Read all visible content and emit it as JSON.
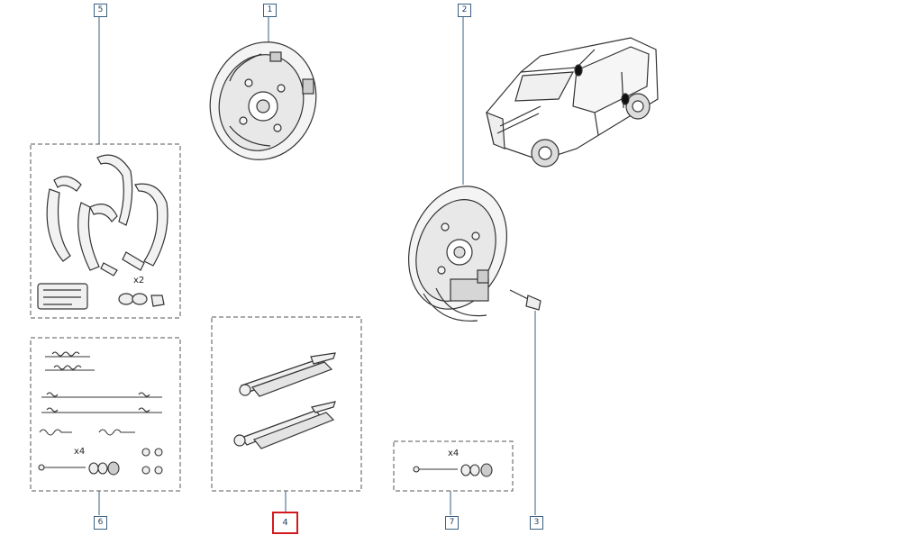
{
  "diagram": {
    "callouts": [
      {
        "id": "5",
        "label": "5",
        "selected": false
      },
      {
        "id": "1",
        "label": "1",
        "selected": false
      },
      {
        "id": "2",
        "label": "2",
        "selected": false
      },
      {
        "id": "6",
        "label": "6",
        "selected": false
      },
      {
        "id": "4",
        "label": "4",
        "selected": true
      },
      {
        "id": "7",
        "label": "7",
        "selected": false
      },
      {
        "id": "3",
        "label": "3",
        "selected": false
      }
    ],
    "quantities": {
      "shoes_kit": "x2",
      "springs_kit": "x4",
      "pin_kit": "x4"
    },
    "colors": {
      "line": "#3a5f7f",
      "dash_box": "#555555",
      "selected": "#d2191f",
      "drawing": "#333333"
    }
  }
}
